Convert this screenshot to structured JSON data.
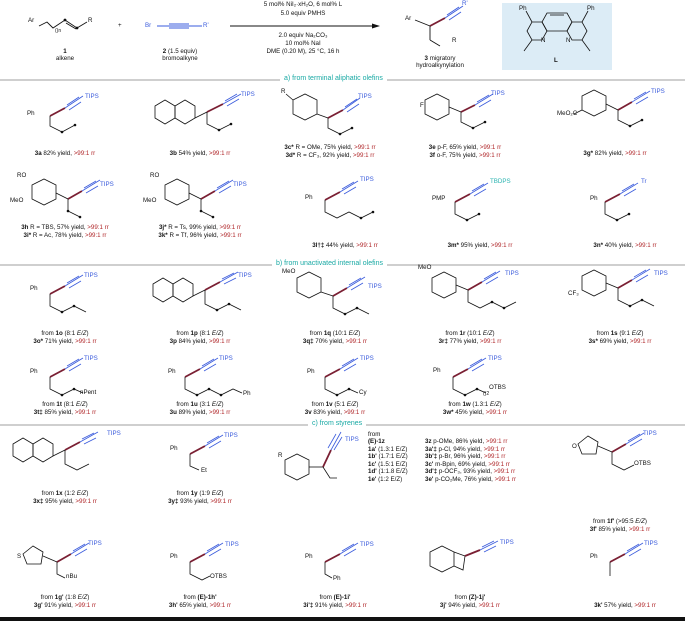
{
  "scheme": {
    "reactant1": {
      "number": "1",
      "name": "alkene",
      "ar": "Ar",
      "r": "R",
      "n": "n"
    },
    "plus": "+",
    "reactant2": {
      "number": "2",
      "equiv": "(1.5 equiv)",
      "name": "bromoalkyne",
      "br": "Br",
      "r": "R'"
    },
    "conditions_above": [
      "5 mol% NiI₂·xH₂O,  6 mol% L",
      "5.0 equiv PMHS"
    ],
    "conditions_below": [
      "2.0 equiv Na₂CO₃",
      "10 mol% NaI",
      "DME (0.20 M), 25 °C, 16 h"
    ],
    "product": {
      "number": "3",
      "name_line1": "migratory",
      "name_line2": "hydroalkynylation",
      "ar": "Ar",
      "r": "R",
      "r2": "R'",
      "n": "n"
    },
    "ligand": {
      "label": "L",
      "ph_left": "Ph",
      "ph_right": "Ph",
      "n": "N"
    }
  },
  "sections": {
    "a": "a) from terminal aliphatic olefins",
    "b": "b) from unactivated internal olefins",
    "c": "c) from styrenes"
  },
  "section_a": [
    {
      "id": "3a",
      "sub": "Ph",
      "alkyne": "TIPS",
      "lines": [
        {
          "cmpd": "3a",
          "text": " 82% yield, ",
          "rr": ">99:1 rr"
        }
      ]
    },
    {
      "id": "3b",
      "sub": "2-naphthyl",
      "alkyne": "TIPS",
      "lines": [
        {
          "cmpd": "3b",
          "text": " 54% yield, ",
          "rr": ">99:1 rr"
        }
      ]
    },
    {
      "id": "3c",
      "sub": "R",
      "alkyne": "TIPS",
      "lines": [
        {
          "cmpd": "3c*",
          "text": " R = OMe, 75% yield, ",
          "rr": ">99:1 rr"
        },
        {
          "cmpd": "3d*",
          "text": " R = CF₃, 92% yield, ",
          "rr": ">99:1 rr"
        }
      ]
    },
    {
      "id": "3e",
      "sub": "F",
      "alkyne": "TIPS",
      "lines": [
        {
          "cmpd": "3e",
          "text": " p-F, 65% yield, ",
          "rr": ">99:1 rr"
        },
        {
          "cmpd": "3f",
          "text": " o-F, 75% yield, ",
          "rr": ">99:1 rr"
        }
      ]
    },
    {
      "id": "3g",
      "sub": "MeO₂C",
      "alkyne": "TIPS",
      "lines": [
        {
          "cmpd": "3g*",
          "text": " 82% yield, ",
          "rr": ">99:1 rr"
        }
      ]
    },
    {
      "id": "3h",
      "sub1": "RO",
      "sub2": "MeO",
      "alkyne": "TIPS",
      "lines": [
        {
          "cmpd": "3h",
          "text": " R = TBS, 57% yield, ",
          "rr": ">99:1 rr"
        },
        {
          "cmpd": "3i*",
          "text": " R = Ac, 78% yield, ",
          "rr": ">99:1 rr"
        }
      ]
    },
    {
      "id": "3j",
      "sub1": "RO",
      "sub2": "MeO",
      "alkyne": "TIPS",
      "lines": [
        {
          "cmpd": "3j*",
          "text": " R = Ts, 99% yield, ",
          "rr": ">99:1 rr"
        },
        {
          "cmpd": "3k*",
          "text": " R = Tf, 96% yield, ",
          "rr": ">99:1 rr"
        }
      ]
    },
    {
      "id": "3l",
      "sub": "Ph",
      "alkyne": "TIPS",
      "lines": [
        {
          "cmpd": "3l†‡",
          "text": " 44% yield, ",
          "rr": ">99:1 rr"
        }
      ]
    },
    {
      "id": "3m",
      "sub": "PMP",
      "alkyne": "TBDPS",
      "lines": [
        {
          "cmpd": "3m*",
          "text": " 95% yield, ",
          "rr": ">99:1 rr"
        }
      ]
    },
    {
      "id": "3n",
      "sub": "Ph",
      "alkyne": "Tr",
      "lines": [
        {
          "cmpd": "3n*",
          "text": " 40% yield, ",
          "rr": ">99:1 rr"
        }
      ]
    }
  ],
  "section_b": [
    {
      "id": "3o",
      "sub": "Ph",
      "alkyne": "TIPS",
      "from": {
        "pre": "from ",
        "cmpd": "1o",
        "ratio": " (8:1 ",
        "ez": "E/Z",
        "post": ")"
      },
      "line": {
        "cmpd": "3o*",
        "text": " 71% yield, ",
        "rr": ">99:1 rr"
      }
    },
    {
      "id": "3p",
      "sub": "2-naphthyl",
      "alkyne": "TIPS",
      "from": {
        "pre": "from ",
        "cmpd": "1p",
        "ratio": " (8:1 ",
        "ez": "E/Z",
        "post": ")"
      },
      "line": {
        "cmpd": "3p",
        "text": " 84% yield, ",
        "rr": ">99:1 rr"
      }
    },
    {
      "id": "3q",
      "sub": "MeO",
      "alkyne": "TIPS",
      "from": {
        "pre": "from ",
        "cmpd": "1q",
        "ratio": " (10:1 ",
        "ez": "E/Z",
        "post": ")"
      },
      "line": {
        "cmpd": "3q‡",
        "text": " 70% yield, ",
        "rr": ">99:1 rr"
      }
    },
    {
      "id": "3r",
      "sub": "MeO",
      "alkyne": "TIPS",
      "from": {
        "pre": "from ",
        "cmpd": "1r",
        "ratio": "  (10:1 ",
        "ez": "E/Z",
        "post": ")"
      },
      "line": {
        "cmpd": "3r‡",
        "text": " 77% yield, ",
        "rr": ">99:1 rr"
      }
    },
    {
      "id": "3s",
      "sub": "CF₃",
      "alkyne": "TIPS",
      "from": {
        "pre": "from ",
        "cmpd": "1s",
        "ratio": " (9:1 ",
        "ez": "E/Z",
        "post": ")"
      },
      "line": {
        "cmpd": "3s*",
        "text": " 69% yield, ",
        "rr": ">99:1 rr"
      }
    },
    {
      "id": "3t",
      "sub": "Ph",
      "alkyne": "TIPS",
      "tail": "nPent",
      "from": {
        "pre": "from ",
        "cmpd": "1t",
        "ratio": " (8:1 ",
        "ez": "E/Z",
        "post": ")"
      },
      "line": {
        "cmpd": "3t‡",
        "text": " 85% yield, ",
        "rr": ">99:1 rr"
      }
    },
    {
      "id": "3u",
      "sub": "Ph",
      "alkyne": "TIPS",
      "tail": "Ph",
      "from": {
        "pre": "from ",
        "cmpd": "1u",
        "ratio": " (3:1 ",
        "ez": "E/Z",
        "post": ")"
      },
      "line": {
        "cmpd": "3u",
        "text": " 89% yield, ",
        "rr": ">99:1 rr"
      }
    },
    {
      "id": "3v",
      "sub": "Ph",
      "alkyne": "TIPS",
      "tail": "Cy",
      "from": {
        "pre": "from ",
        "cmpd": "1v",
        "ratio": " (5:1 ",
        "ez": "E/Z",
        "post": ")"
      },
      "line": {
        "cmpd": "3v",
        "text": " 83% yield, ",
        "rr": ">99:1 rr"
      }
    },
    {
      "id": "3w",
      "sub": "Ph",
      "alkyne": "TIPS",
      "tail": "OTBS",
      "tail_n": "2",
      "from": {
        "pre": "from ",
        "cmpd": "1w",
        "ratio": " (1.3:1 ",
        "ez": "E/Z",
        "post": ")"
      },
      "line": {
        "cmpd": "3w*",
        "text": " 45% yield, ",
        "rr": ">99:1 rr"
      }
    }
  ],
  "section_c": [
    {
      "id": "3x",
      "sub": "2-naphthyl",
      "alkyne": "TIPS",
      "from": {
        "pre": "from ",
        "cmpd": "1x",
        "ratio": " (1:2 ",
        "ez": "E/Z",
        "post": ")"
      },
      "line": {
        "cmpd": "3x‡",
        "text": " 95% yield, ",
        "rr": ">99:1 rr"
      }
    },
    {
      "id": "3y",
      "sub": "Ph",
      "alkyne": "TIPS",
      "tail": "Et",
      "from": {
        "pre": "from ",
        "cmpd": "1y",
        "ratio": " (1:9 ",
        "ez": "E/Z",
        "post": ")"
      },
      "line": {
        "cmpd": "3y‡",
        "text": " 93% yield, ",
        "rr": ">99:1 rr"
      }
    },
    {
      "id": "3z-group",
      "sub": "R",
      "alkyne": "TIPS",
      "from_header": "from",
      "from_rows": [
        {
          "cmpd": "(E)-1z",
          "ratio": ""
        },
        {
          "cmpd": "1a'",
          "ratio": "(1.3:1 E/Z)"
        },
        {
          "cmpd": "1b'",
          "ratio": "(1.7:1 E/Z)"
        },
        {
          "cmpd": "1c'",
          "ratio": "(1.5:1 E/Z)"
        },
        {
          "cmpd": "1d'",
          "ratio": "(1:1.8 E/Z)"
        },
        {
          "cmpd": "1e'",
          "ratio": "(1:2 E/Z)"
        }
      ],
      "result_rows": [
        {
          "cmpd": "3z",
          "text": " p-OMe, 86% yield, ",
          "rr": ">99:1 rr"
        },
        {
          "cmpd": "3a'‡",
          "text": " p-Cl, 94% yield, ",
          "rr": ">99:1 rr"
        },
        {
          "cmpd": "3b'‡",
          "text": " p-Br, 96% yield, ",
          "rr": ">99:1 rr"
        },
        {
          "cmpd": "3c'",
          "text": " m-Bpin, 69% yield, ",
          "rr": ">99:1 rr"
        },
        {
          "cmpd": "3d'‡",
          "text": " p-OCF₃, 93% yield, ",
          "rr": ">99:1 rr"
        },
        {
          "cmpd": "3e'",
          "text": " p-CO₂Me, 76% yield, ",
          "rr": ">99:1 rr"
        }
      ]
    },
    {
      "id": "3f'",
      "sub": "3-furyl",
      "alkyne": "TIPS",
      "tail": "OTBS",
      "from": {
        "pre": "from ",
        "cmpd": "1f'",
        "ratio": " (>95:5 ",
        "ez": "E/Z",
        "post": ")"
      },
      "line": {
        "cmpd": "3f'",
        "text": " 85% yield, ",
        "rr": ">99:1 rr"
      }
    },
    {
      "id": "3g'",
      "sub": "3-thienyl",
      "alkyne": "TIPS",
      "tail": "nBu",
      "from": {
        "pre": "from ",
        "cmpd": "1g'",
        "ratio": " (1:8 ",
        "ez": "E/Z",
        "post": ")"
      },
      "line": {
        "cmpd": "3g'",
        "text": " 91% yield, ",
        "rr": ">99:1 rr"
      }
    },
    {
      "id": "3h'",
      "sub": "Ph",
      "alkyne": "TIPS",
      "tail": "OTBS",
      "from": {
        "pre": "from ",
        "cmpd": "(E)-1h'",
        "ratio": "",
        "ez": "",
        "post": ""
      },
      "line": {
        "cmpd": "3h'",
        "text": " 65% yield, ",
        "rr": ">99:1 rr"
      }
    },
    {
      "id": "3i'",
      "sub": "Ph",
      "alkyne": "TIPS",
      "tail": "Ph",
      "from": {
        "pre": "from ",
        "cmpd": "(E)-1i'",
        "ratio": "",
        "ez": "",
        "post": ""
      },
      "line": {
        "cmpd": "3i'‡",
        "text": " 91% yield, ",
        "rr": ">99:1 rr"
      }
    },
    {
      "id": "3j'",
      "sub": "indanyl",
      "alkyne": "TIPS",
      "from": {
        "pre": "from ",
        "cmpd": "(Z)-1j'",
        "ratio": "",
        "ez": "",
        "post": ""
      },
      "line": {
        "cmpd": "3j'",
        "text": " 94% yield, ",
        "rr": ">99:1 rr"
      }
    },
    {
      "id": "3k'",
      "sub": "Ph",
      "alkyne": "TIPS",
      "line": {
        "cmpd": "3k'",
        "text": " 57% yield, ",
        "rr": ">99:1 rr"
      }
    }
  ],
  "colors": {
    "alkyne": "#3a5bdc",
    "bond": "#7a1f33",
    "rr": "#b0272a",
    "section": "#19a9a4",
    "tbdps": "#2ab3b0",
    "ligand_bg": "#dcecf6"
  }
}
